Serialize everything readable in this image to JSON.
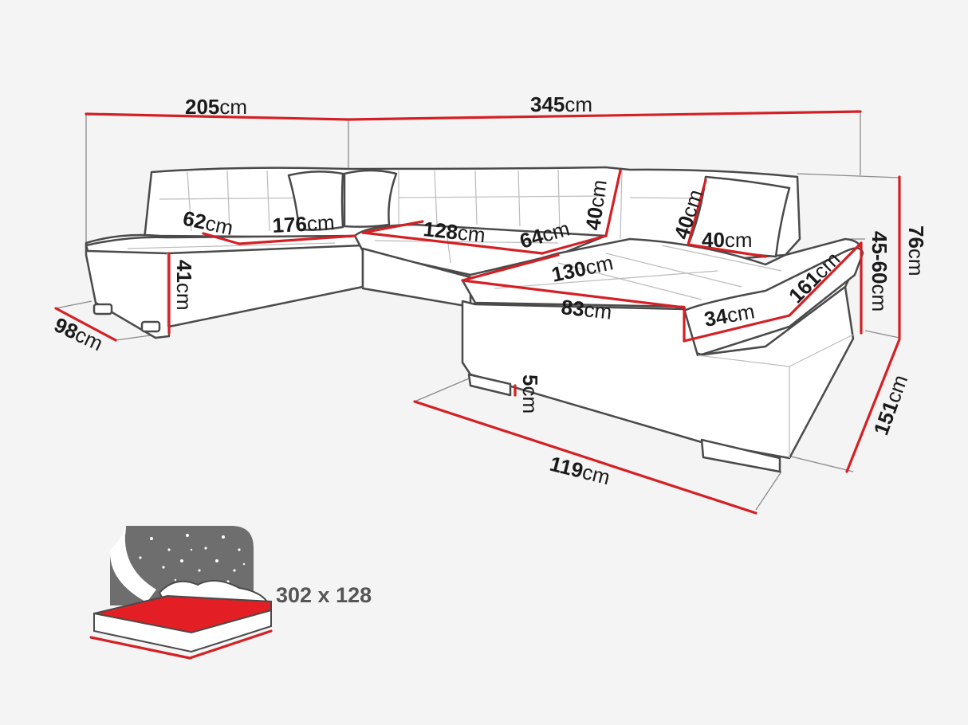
{
  "diagram": {
    "dimensions": [
      {
        "name": "width-left-section",
        "value": "205",
        "unit": "cm"
      },
      {
        "name": "width-right-section",
        "value": "345",
        "unit": "cm"
      },
      {
        "name": "armrest-depth-left",
        "value": "62",
        "unit": "cm"
      },
      {
        "name": "seat-width-left",
        "value": "176",
        "unit": "cm"
      },
      {
        "name": "seat-width-middle",
        "value": "128",
        "unit": "cm"
      },
      {
        "name": "seat-width-corner",
        "value": "64",
        "unit": "cm"
      },
      {
        "name": "backrest-height",
        "value": "40",
        "unit": "cm"
      },
      {
        "name": "pillow-height",
        "value": "40",
        "unit": "cm"
      },
      {
        "name": "pillow-width",
        "value": "40",
        "unit": "cm"
      },
      {
        "name": "total-height",
        "value": "76",
        "unit": "cm"
      },
      {
        "name": "headrest-height",
        "value": "45-60",
        "unit": "cm"
      },
      {
        "name": "seat-height",
        "value": "41",
        "unit": "cm"
      },
      {
        "name": "depth-left",
        "value": "98",
        "unit": "cm"
      },
      {
        "name": "chaise-width",
        "value": "130",
        "unit": "cm"
      },
      {
        "name": "chaise-seat-length",
        "value": "83",
        "unit": "cm"
      },
      {
        "name": "armrest-width",
        "value": "34",
        "unit": "cm"
      },
      {
        "name": "armrest-length",
        "value": "161",
        "unit": "cm"
      },
      {
        "name": "leg-height",
        "value": "5",
        "unit": "cm"
      },
      {
        "name": "chaise-front-width",
        "value": "119",
        "unit": "cm"
      },
      {
        "name": "depth-right",
        "value": "151",
        "unit": "cm"
      }
    ],
    "bed_size": "302 x 128",
    "colors": {
      "dimension_line": "#d42025",
      "outline": "#4a4a4a",
      "bed_mattress": "#e31e24",
      "night_panel": "#6e6e6e"
    },
    "icons": [
      "bed-icon",
      "star-icon",
      "moon-icon"
    ]
  }
}
